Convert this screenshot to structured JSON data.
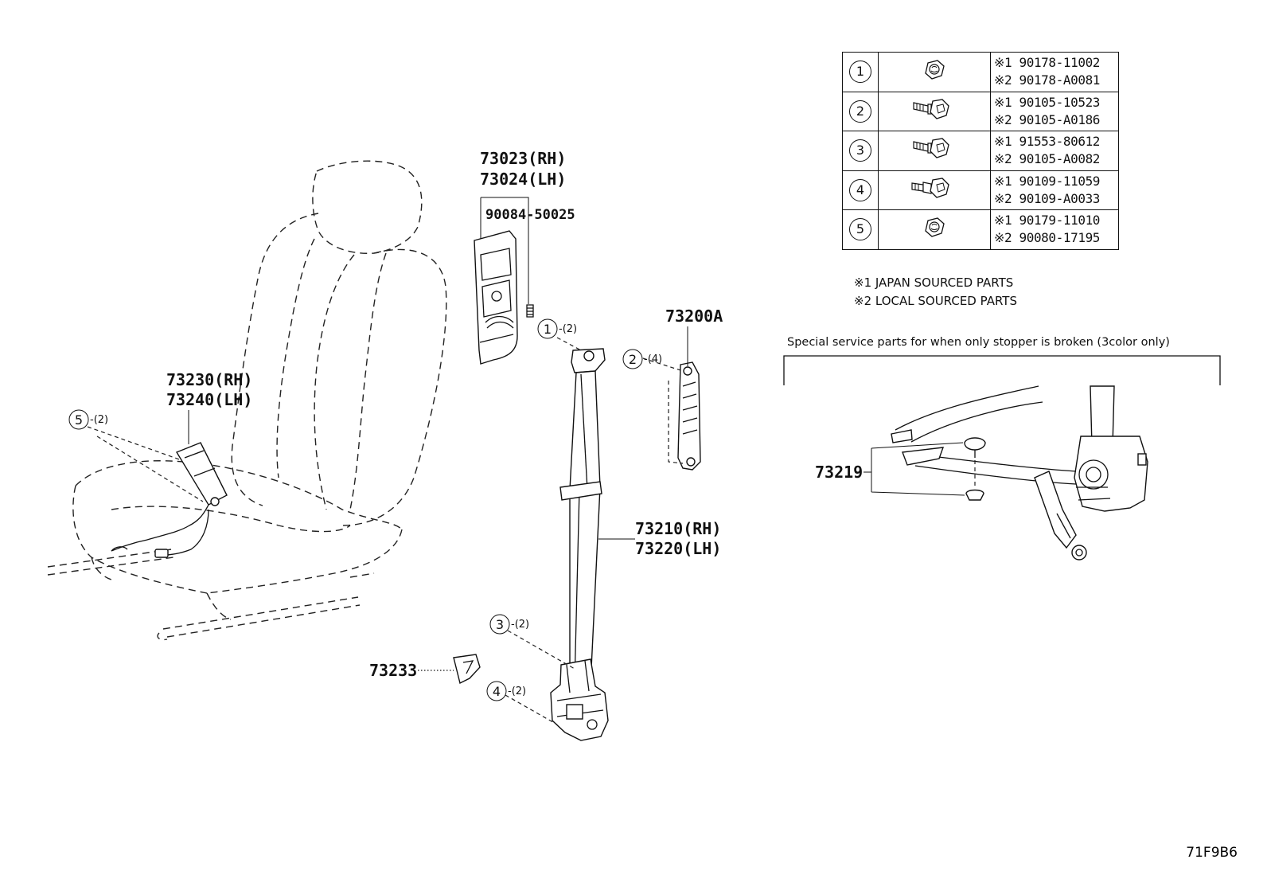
{
  "callouts": {
    "trim_rh": "73023(RH)",
    "trim_lh": "73024(LH)",
    "clip": "90084-50025",
    "bracket": "73200A",
    "buckle_rh": "73230(RH)",
    "buckle_lh": "73240(LH)",
    "belt_rh": "73210(RH)",
    "belt_lh": "73220(LH)",
    "cover": "73233",
    "stopper": "73219"
  },
  "fastener_refs": [
    {
      "num": "1",
      "qty": "-(2)"
    },
    {
      "num": "2",
      "qty": "-(4)"
    },
    {
      "num": "3",
      "qty": "-(2)"
    },
    {
      "num": "4",
      "qty": "-(2)"
    },
    {
      "num": "5",
      "qty": "-(2)"
    }
  ],
  "fastener_table": [
    {
      "num": "1",
      "icon": "nut-icon",
      "line1": "※1 90178-11002",
      "line2": "※2 90178-A0081"
    },
    {
      "num": "2",
      "icon": "bolt-icon",
      "line1": "※1 90105-10523",
      "line2": "※2 90105-A0186"
    },
    {
      "num": "3",
      "icon": "bolt-icon",
      "line1": "※1 91553-80612",
      "line2": "※2 90105-A0082"
    },
    {
      "num": "4",
      "icon": "stud-bolt-icon",
      "line1": "※1 90109-11059",
      "line2": "※2 90109-A0033"
    },
    {
      "num": "5",
      "icon": "nut-icon",
      "line1": "※1 90179-11010",
      "line2": "※2 90080-17195"
    }
  ],
  "notes": {
    "japan": "※1 JAPAN SOURCED PARTS",
    "local": "※2 LOCAL SOURCED PARTS"
  },
  "special": {
    "heading": "Special service parts for when only stopper is broken (3color only)"
  },
  "footer": {
    "code": "71F9B6"
  }
}
